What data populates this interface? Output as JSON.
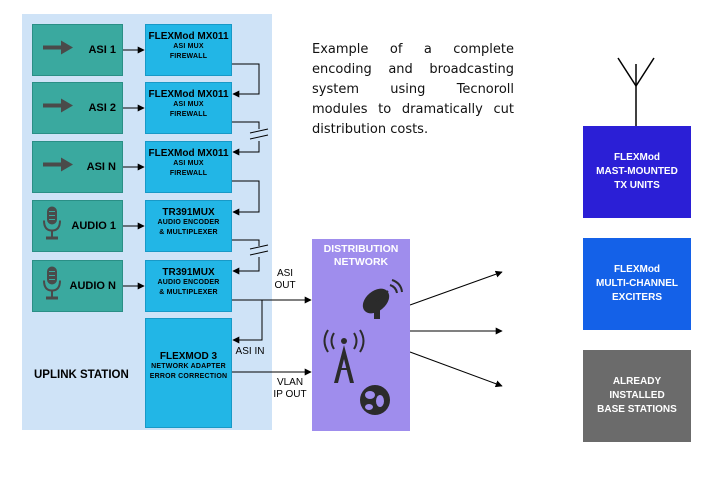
{
  "uplink_station": {
    "label": "UPLINK STATION",
    "sources": [
      {
        "label": "ASI 1",
        "icon": "arrow-right-icon"
      },
      {
        "label": "ASI 2",
        "icon": "arrow-right-icon"
      },
      {
        "label": "ASI N",
        "icon": "arrow-right-icon"
      },
      {
        "label": "AUDIO 1",
        "icon": "microphone-icon"
      },
      {
        "label": "AUDIO N",
        "icon": "microphone-icon"
      }
    ],
    "modules": [
      {
        "title": "FLEXMod MX011",
        "line1": "ASI MUX",
        "line2": "FIREWALL"
      },
      {
        "title": "FLEXMod MX011",
        "line1": "ASI MUX",
        "line2": "FIREWALL"
      },
      {
        "title": "FLEXMod MX011",
        "line1": "ASI MUX",
        "line2": "FIREWALL"
      },
      {
        "title": "TR391MUX",
        "line1": "AUDIO ENCODER",
        "line2": "& MULTIPLEXER"
      },
      {
        "title": "TR391MUX",
        "line1": "AUDIO ENCODER",
        "line2": "& MULTIPLEXER"
      },
      {
        "title": "FLEXMOD 3",
        "line1": "NETWORK ADAPTER",
        "line2": "ERROR CORRECTION"
      }
    ]
  },
  "description": "Example of a complete encoding and broadcasting system using Tecnoroll modules to dramatically cut distribution costs.",
  "connections": {
    "asi_out": [
      "ASI",
      "OUT"
    ],
    "asi_in": "ASI IN",
    "vlan_ip_out": [
      "VLAN",
      "IP OUT"
    ]
  },
  "distribution_network": {
    "title": [
      "DISTRIBUTION",
      "NETWORK"
    ],
    "icons": [
      "satellite-dish-icon",
      "radio-tower-icon",
      "globe-icon"
    ]
  },
  "destinations": [
    {
      "lines": [
        "FLEXMod",
        "MAST-MOUNTED",
        "TX UNITS"
      ],
      "color": "#2b1fd6"
    },
    {
      "lines": [
        "FLEXMod",
        "MULTI-CHANNEL",
        "EXCITERS"
      ],
      "color": "#1461e8"
    },
    {
      "lines": [
        "ALREADY",
        "INSTALLED",
        "BASE STATIONS"
      ],
      "color": "#6b6b6b"
    }
  ],
  "antenna_icon": "antenna-icon",
  "colors": {
    "uplink_bg": "#cfe3f7",
    "source_bg": "#3aa99f",
    "module_bg": "#22b6e6",
    "distribution_bg": "#9f8ded"
  }
}
